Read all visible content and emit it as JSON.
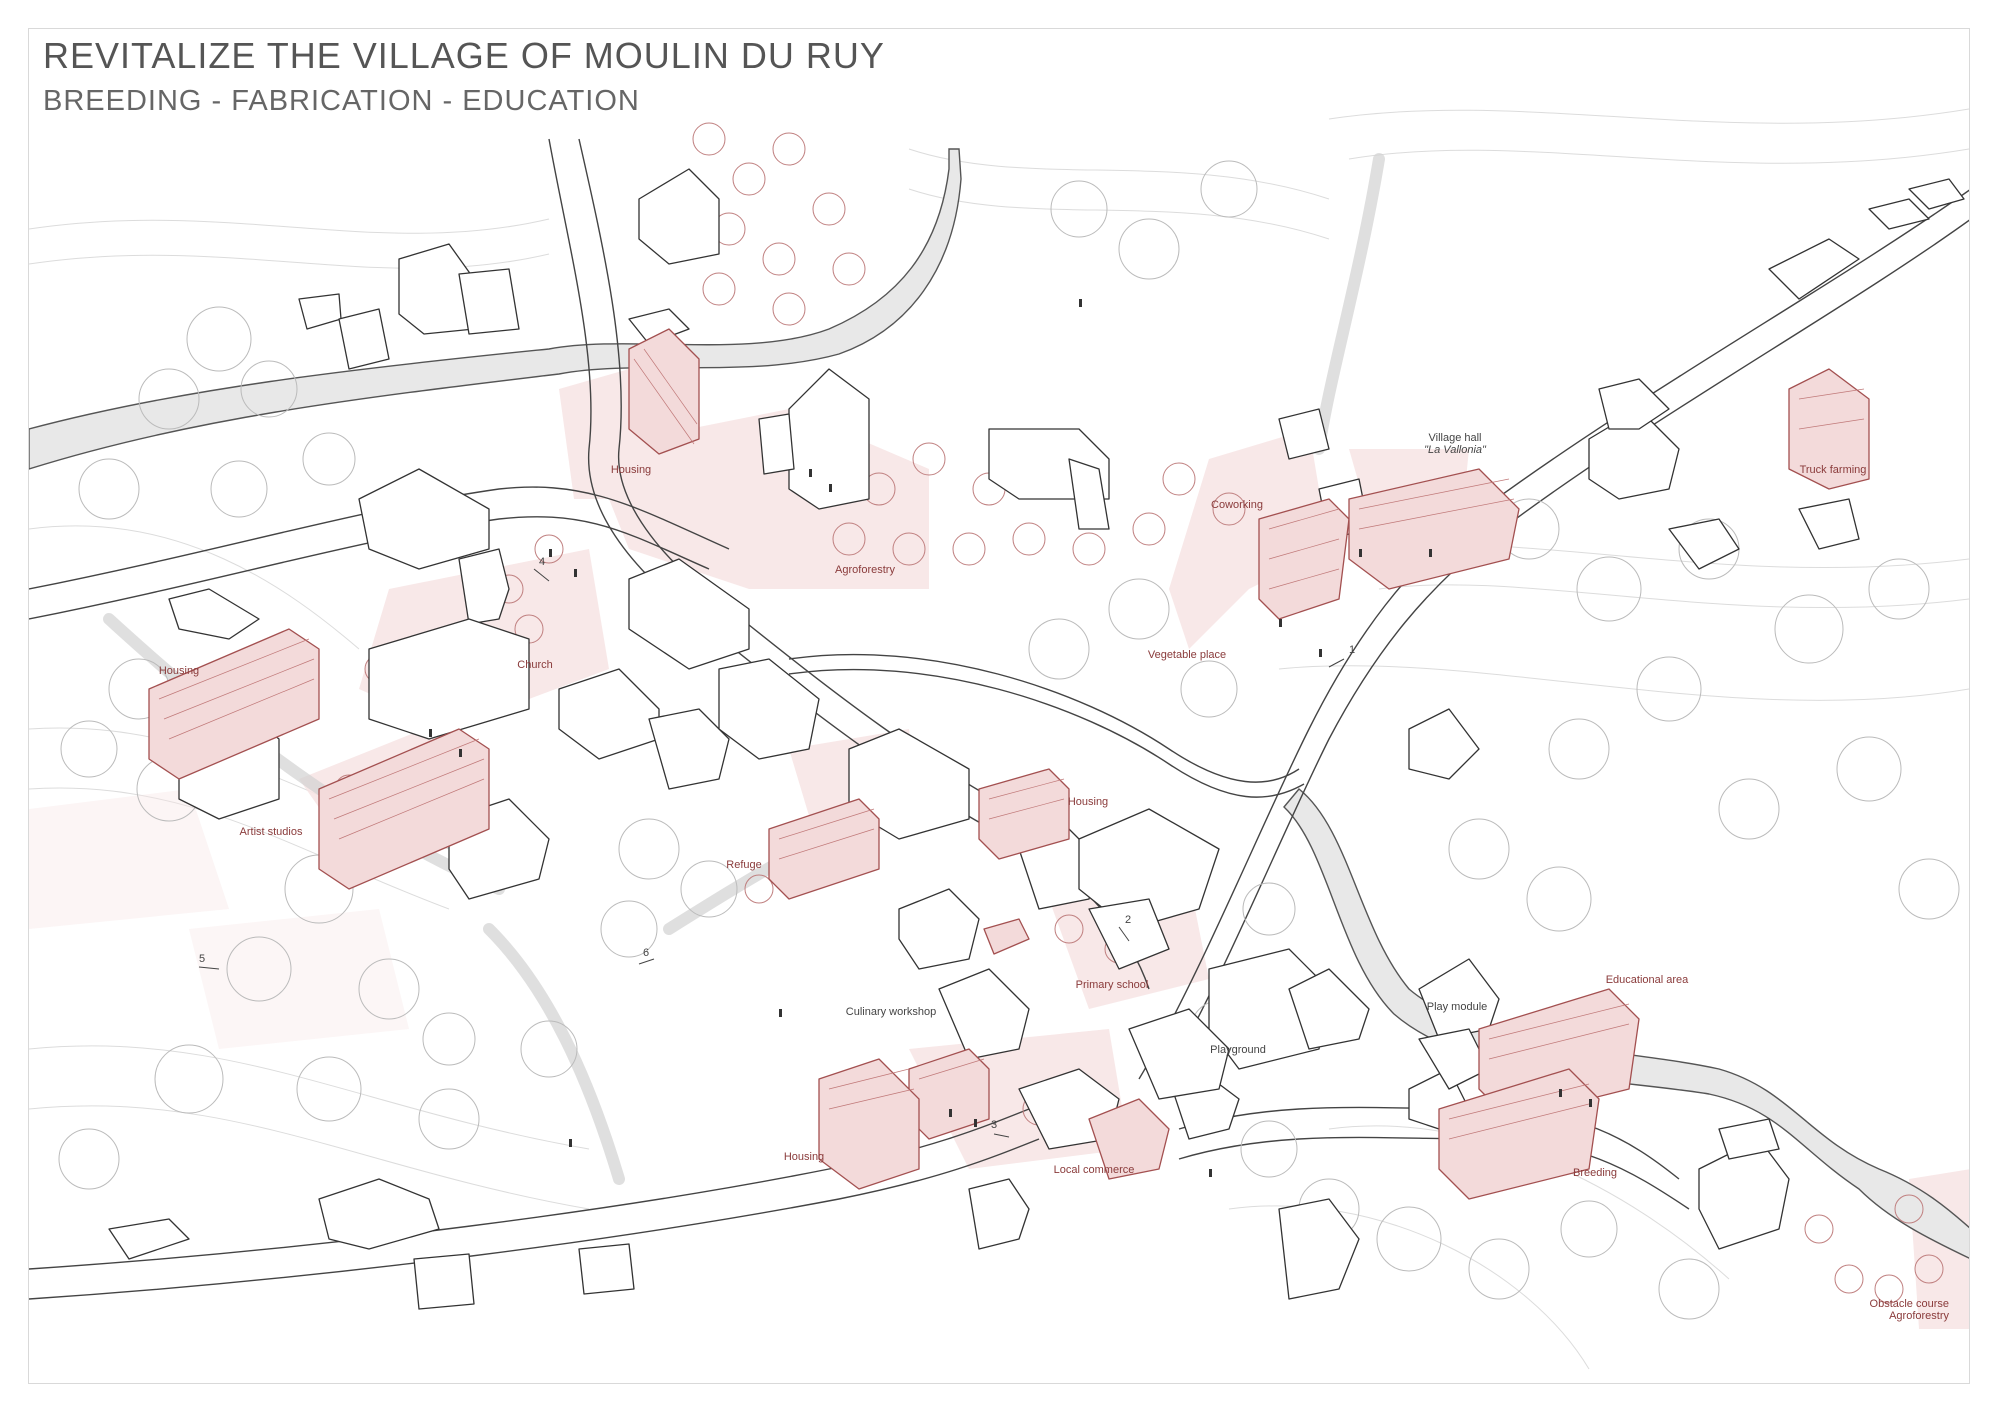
{
  "header": {
    "title": "REVITALIZE THE VILLAGE OF MOULIN DU RUY",
    "subtitle": "BREEDING - FABRICATION - EDUCATION"
  },
  "labels": {
    "housing_north": "Housing",
    "agroforestry_center": "Agroforestry",
    "village_hall_line1": "Village hall",
    "village_hall_line2": "\"La Vallonia\"",
    "coworking": "Coworking",
    "truck_farming": "Truck farming",
    "housing_west": "Housing",
    "church": "Church",
    "vegetable_place": "Vegetable place",
    "housing_center": "Housing",
    "artist_studios": "Artist studios",
    "refuge": "Refuge",
    "primary_school": "Primary school",
    "culinary_workshop": "Culinary workshop",
    "playground": "Playground",
    "play_module": "Play module",
    "educational_area": "Educational area",
    "housing_south": "Housing",
    "local_commerce": "Local commerce",
    "breeding": "Breeding",
    "obstacle_course_line1": "Obstacle course",
    "obstacle_course_line2": "Agroforestry"
  },
  "markers": {
    "m1": "1",
    "m2": "2",
    "m3": "3",
    "m4": "4",
    "m5": "5",
    "m6": "6"
  },
  "colors": {
    "accent": "#b25a5a",
    "accent_fill": "#f5dddd",
    "line": "#333333",
    "contour": "#cfcfcf",
    "tree": "#bdbdbd"
  }
}
